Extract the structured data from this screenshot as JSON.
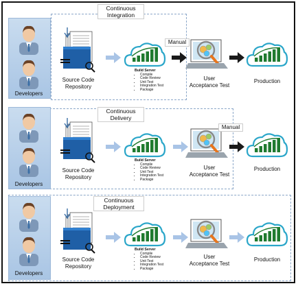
{
  "panels": [
    {
      "title": "Continuous\nIntegration",
      "manual_label": "Manual",
      "developers_label": "Developers",
      "repo_label": "Source Code\nRepository",
      "build_title": "Build Server",
      "build_items": [
        "Compile",
        "Code Review",
        "Unit Test",
        "Integration Test",
        "Package"
      ],
      "uat_label": "User\nAcceptance Test",
      "production_label": "Production"
    },
    {
      "title": "Continuous\nDelivery",
      "manual_label": "Manual",
      "developers_label": "Developers",
      "repo_label": "Source Code\nRepository",
      "build_title": "Build Server",
      "build_items": [
        "Compile",
        "Code Review",
        "Unit Test",
        "Integration Test",
        "Package"
      ],
      "uat_label": "User\nAcceptance Test",
      "production_label": "Production"
    },
    {
      "title": "Continuous\nDeployment",
      "manual_label": "",
      "developers_label": "Developers",
      "repo_label": "Source Code\nRepository",
      "build_title": "Build Server",
      "build_items": [
        "Compile",
        "Code Review",
        "Unit Test",
        "Integration Test",
        "Package"
      ],
      "uat_label": "User\nAcceptance Test",
      "production_label": "Production"
    }
  ],
  "colors": {
    "cloud_outline": "#2aa6c9",
    "bars": "#1f7a2e",
    "arrow_light": "#a9c4e6",
    "arrow_dark": "#1a1a1a",
    "dev_bg": "#b7cfe9",
    "magnifier": "#e8761d"
  }
}
